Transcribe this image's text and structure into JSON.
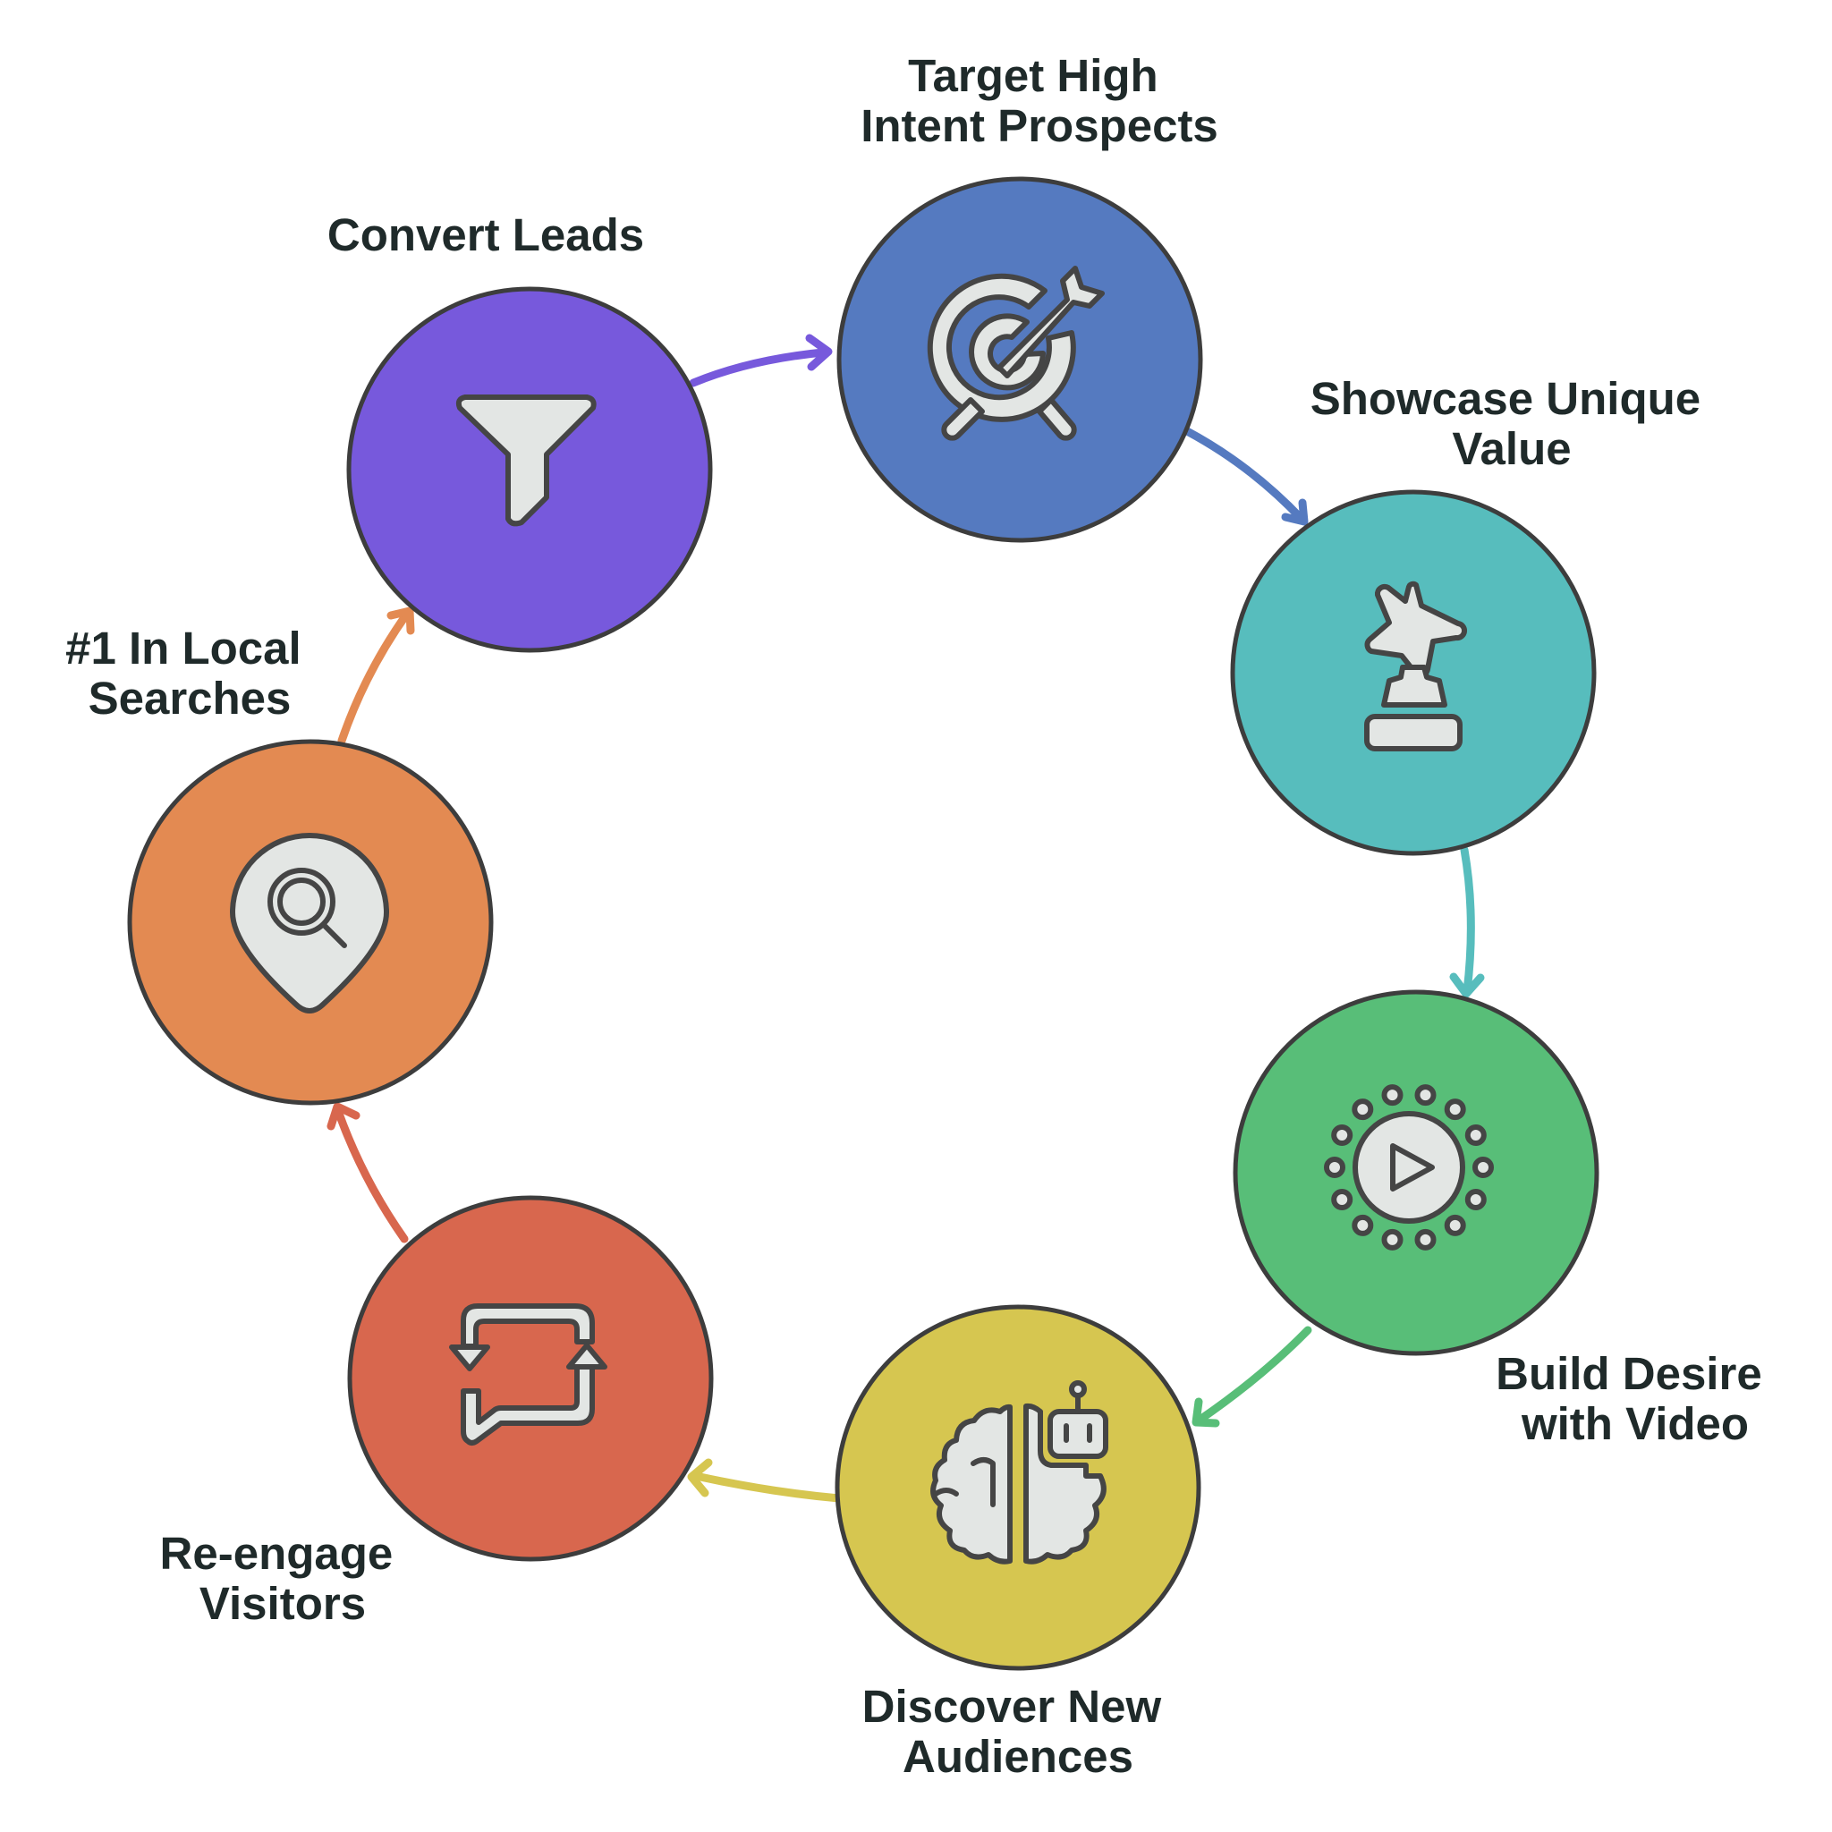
{
  "steps": [
    {
      "id": "target",
      "label_lines": [
        "Target High",
        "Intent Prospects"
      ],
      "color": "#557ac0",
      "icon": "target-arrow-icon"
    },
    {
      "id": "showcase",
      "label_lines": [
        "Showcase Unique",
        "Value"
      ],
      "color": "#57bdbd",
      "icon": "trophy-star-icon"
    },
    {
      "id": "video",
      "label_lines": [
        "Build Desire",
        "with Video"
      ],
      "color": "#58be78",
      "icon": "video-play-icon"
    },
    {
      "id": "discover",
      "label_lines": [
        "Discover New",
        "Audiences"
      ],
      "color": "#d6c650",
      "icon": "brain-robot-icon"
    },
    {
      "id": "reengage",
      "label_lines": [
        "Re-engage",
        "Visitors"
      ],
      "color": "#d8674e",
      "icon": "repeat-chat-icon"
    },
    {
      "id": "local",
      "label_lines": [
        "#1 In Local",
        "Searches"
      ],
      "color": "#e38a52",
      "icon": "map-pin-search-icon"
    },
    {
      "id": "convert",
      "label_lines": [
        "Convert Leads"
      ],
      "color": "#7759dc",
      "icon": "funnel-icon"
    }
  ]
}
